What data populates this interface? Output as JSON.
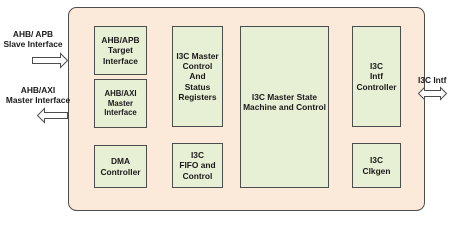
{
  "diagram": {
    "colors": {
      "outer_fill": "#FBE9DA",
      "block_fill": "#E7EFD4",
      "stroke": "#4D4D4D",
      "arrow_fill": "#FFFFFF"
    },
    "blocks": {
      "ahb_apb_target": "AHB/APB\nTarget\nInterface",
      "ahb_axi_master": "AHB/AXI\nMaster\nInterface",
      "dma_controller": "DMA\nController",
      "i3c_master_control": "I3C Master\nControl\nAnd\nStatus\nRegisters",
      "i3c_fifo": "I3C\nFIFO and\nControl",
      "i3c_state_machine": "I3C Master State\nMachine and Control",
      "i3c_intf_controller": "I3C\nIntf\nController",
      "i3c_clkgen": "I3C\nClkgen"
    },
    "external": {
      "ahb_apb_slave": "AHB/ APB\nSlave Interface",
      "ahb_axi_master": "AHB/AXI\nMaster Interface",
      "i3c_intf": "I3C Intf"
    }
  }
}
